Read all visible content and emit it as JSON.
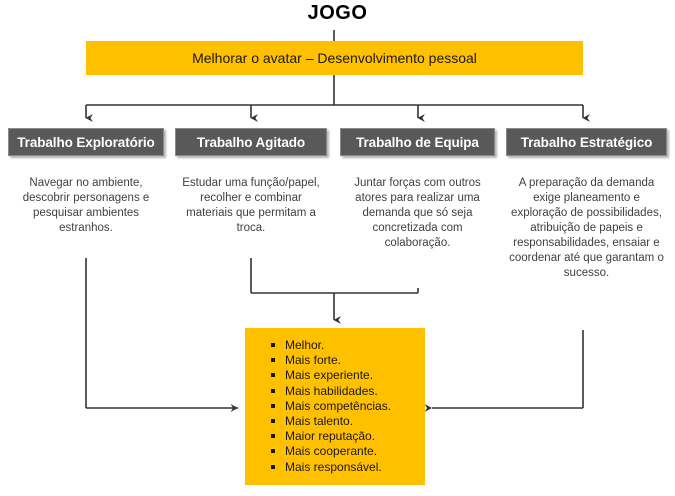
{
  "diagram": {
    "title": "JOGO",
    "banner": {
      "label": "Melhorar o avatar – Desenvolvimento pessoal",
      "color": "#FFC000"
    },
    "categories": [
      {
        "name": "exploratory-work",
        "label": "Trabalho Exploratório",
        "description": "Navegar no ambiente, descobrir personagens e pesquisar ambientes estranhos."
      },
      {
        "name": "busy-work",
        "label": "Trabalho Agitado",
        "description": "Estudar uma função/papel, recolher e combinar materiais que permitam a troca."
      },
      {
        "name": "team-work",
        "label": "Trabalho de Equipa",
        "description": "Juntar forças com outros atores para realizar uma demanda que só seja concretizada com colaboração."
      },
      {
        "name": "strategic-work",
        "label": "Trabalho Estratégico",
        "description": "A preparação da demanda exige planeamento e exploração de possibilidades, atribuição de papeis e responsabilidades, ensaiar e coordenar até que garantam o sucesso."
      }
    ],
    "outcome": {
      "name": "outcome-box",
      "color": "#FFC000",
      "items": [
        "Melhor.",
        "Mais forte.",
        "Mais experiente.",
        "Mais habilidades.",
        "Mais competências.",
        "Mais talento.",
        "Maior reputação.",
        "Mais cooperante.",
        "Mais responsável."
      ]
    },
    "colors": {
      "accent_yellow": "#FFC000",
      "header_grey": "#595959",
      "connector": "#404040",
      "body_text": "#404040"
    }
  }
}
